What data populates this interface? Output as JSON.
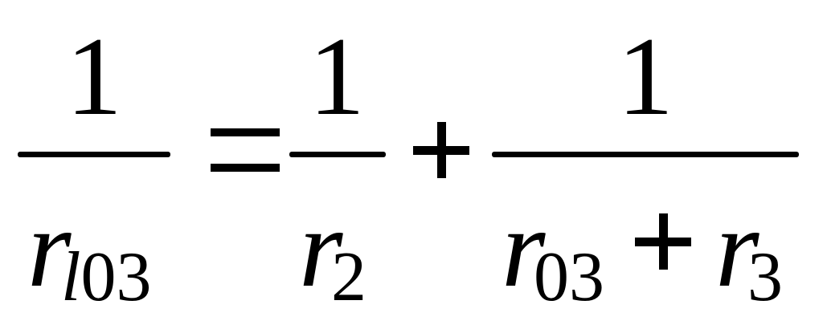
{
  "equation": {
    "lhs": {
      "numerator": "1",
      "denominator_var": "r",
      "denominator_sub_italic": "l",
      "denominator_sub": "03"
    },
    "equals": "=",
    "term1": {
      "numerator": "1",
      "denominator_var": "r",
      "denominator_sub": "2"
    },
    "plus": "+",
    "term2": {
      "numerator": "1",
      "denominator_var_a": "r",
      "denominator_sub_a": "03",
      "denominator_plus": "+",
      "denominator_var_b": "r",
      "denominator_sub_b": "3"
    }
  }
}
